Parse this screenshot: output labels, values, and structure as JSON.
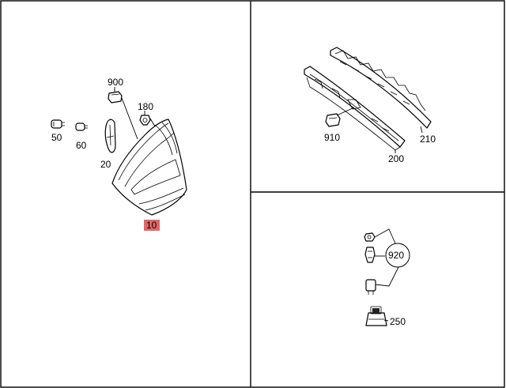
{
  "callouts": {
    "p10": "10",
    "p20": "20",
    "p50": "50",
    "p60": "60",
    "p180": "180",
    "p900": "900",
    "p200": "200",
    "p210": "210",
    "p910": "910",
    "p920": "920",
    "p250": "250"
  },
  "colors": {
    "highlight": "#e06666",
    "border": "#000000",
    "background": "#ffffff"
  }
}
